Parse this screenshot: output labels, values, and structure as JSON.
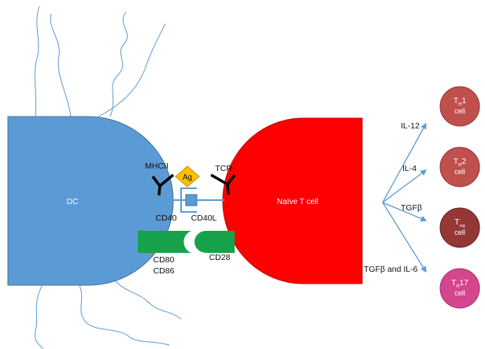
{
  "colors": {
    "dc": "#5b9bd5",
    "naive_t": "#ff0000",
    "costim": "#17a14b",
    "arrow": "#5b9bd5",
    "ag": "#ffc000",
    "th1": "#c0504d",
    "th2": "#c0504d",
    "treg": "#953735",
    "th17": "#d6468d"
  },
  "icons": {
    "mhcii": "y-receptor-icon",
    "tcr": "y-receptor-icon",
    "cd40l": "socket-receptor-icon",
    "ag": "diamond-antigen-icon"
  },
  "cells": {
    "dc": "DC",
    "naive_t": "Naïve T cell"
  },
  "molecules": {
    "mhcii": "MHCII",
    "ag": "Ag",
    "tcr": "TCR",
    "cd40": "CD40",
    "cd40l": "CD40L",
    "cd80": "CD80",
    "cd86": "CD86",
    "cd28": "CD28"
  },
  "cytokines": {
    "il12": "IL-12",
    "il4": "IL-4",
    "tgfb": "TGFβ",
    "tgfb_il6": "TGFβ and IL-6"
  },
  "outcomes": {
    "th1": {
      "main": "T",
      "sub": "H",
      "suffix": "1",
      "line2": "cell"
    },
    "th2": {
      "main": "T",
      "sub": "H",
      "suffix": "2",
      "line2": "cell"
    },
    "treg": {
      "main": "T",
      "sub": "reg",
      "suffix": "",
      "line2": "cell"
    },
    "th17": {
      "main": "T",
      "sub": "H",
      "suffix": "17",
      "line2": "cell"
    }
  }
}
